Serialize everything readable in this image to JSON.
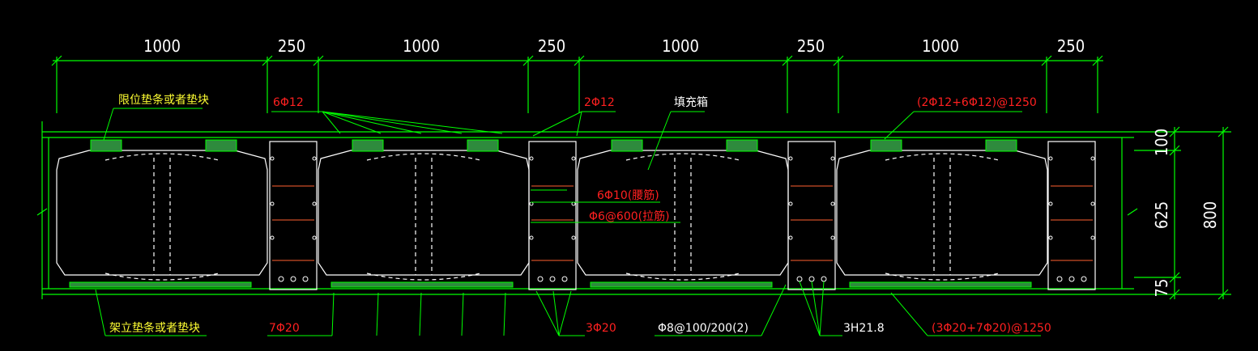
{
  "colors": {
    "structure": "#00ff00",
    "rebar_label": "#ff2020",
    "note_label": "#ffff33",
    "text": "#ffffff",
    "pad": "#2e8b3d"
  },
  "dimensions": {
    "top": [
      "1000",
      "250",
      "1000",
      "250",
      "1000",
      "250",
      "1000",
      "250"
    ],
    "right": [
      "100",
      "625",
      "75"
    ],
    "total_height": "800"
  },
  "labels": {
    "limit_pad": "限位垫条或者垫块",
    "top_rebar_1": "6Φ12",
    "top_rebar_2": "2Φ12",
    "fill_box": "填充箱",
    "top_rebar_3": "(2Φ12+6Φ12)@1250",
    "waist_rebar": "6Φ10(腰筋)",
    "tie_rebar": "Φ6@600(拉筋)",
    "support_pad": "架立垫条或者垫块",
    "bottom_rebar_1": "7Φ20",
    "bottom_rebar_2": "3Φ20",
    "stirrup": "Φ8@100/200(2)",
    "bottom_rebar_3": "3H21.8",
    "bottom_rebar_4": "(3Φ20+7Φ20)@1250"
  }
}
